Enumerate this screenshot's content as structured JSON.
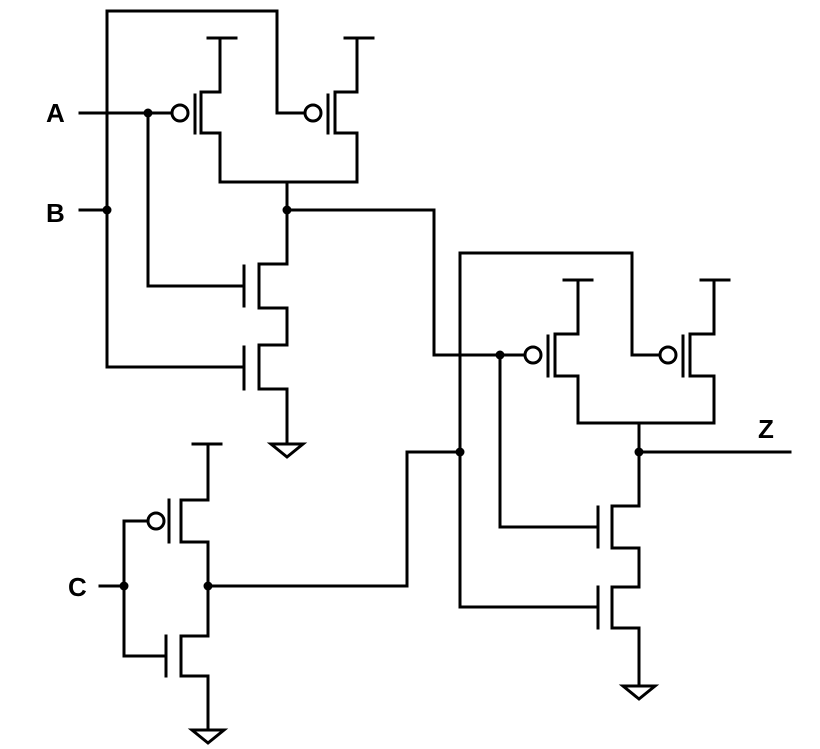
{
  "labels": {
    "a": "A",
    "b": "B",
    "c": "C",
    "z": "Z"
  }
}
